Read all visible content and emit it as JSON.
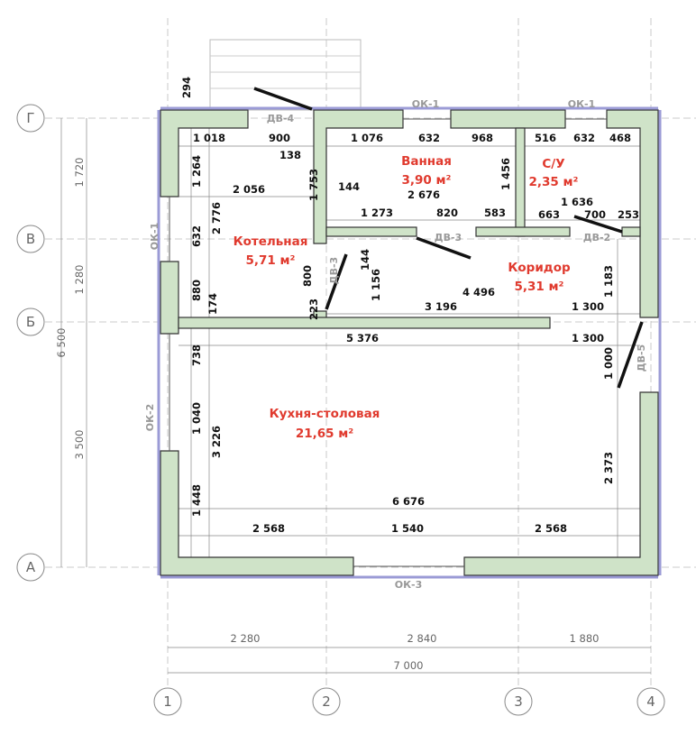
{
  "colors": {
    "wall": "#cfe3c8",
    "room_label": "#e03a2e",
    "outer_face": "#9b9bd6"
  },
  "axes": {
    "rows": [
      "Г",
      "В",
      "Б",
      "А"
    ],
    "cols": [
      "1",
      "2",
      "3",
      "4"
    ]
  },
  "rooms": [
    {
      "name": "Котельная",
      "area": "5,71 м²"
    },
    {
      "name": "Ванная",
      "area": "3,90 м²"
    },
    {
      "name": "С/У",
      "area": "2,35 м²"
    },
    {
      "name": "Коридор",
      "area": "5,31 м²"
    },
    {
      "name": "Кухня-столовая",
      "area": "21,65 м²"
    }
  ],
  "openings": [
    "ОК-1",
    "ОК-1",
    "ОК-1",
    "ОК-2",
    "ОК-3",
    "ДВ-4",
    "ДВ-3",
    "ДВ-3",
    "ДВ-2",
    "ДВ-5"
  ],
  "dimensions": [
    "1 018",
    "900",
    "138",
    "1 076",
    "632",
    "968",
    "516",
    "632",
    "468",
    "2 056",
    "144",
    "2 676",
    "1 273",
    "820",
    "583",
    "1 636",
    "663",
    "700",
    "253",
    "4 496",
    "3 196",
    "1 300",
    "5 376",
    "1 300",
    "6 676",
    "2 568",
    "1 540",
    "2 568",
    "1 264",
    "632",
    "2 776",
    "880",
    "174",
    "1 753",
    "1 456",
    "800",
    "223",
    "144",
    "1 156",
    "1 183",
    "738",
    "1 040",
    "3 226",
    "1 448",
    "1 000",
    "2 373",
    "294",
    "1 720",
    "1 280",
    "3 500",
    "6 500",
    "2 280",
    "2 840",
    "1 880",
    "7 000"
  ]
}
